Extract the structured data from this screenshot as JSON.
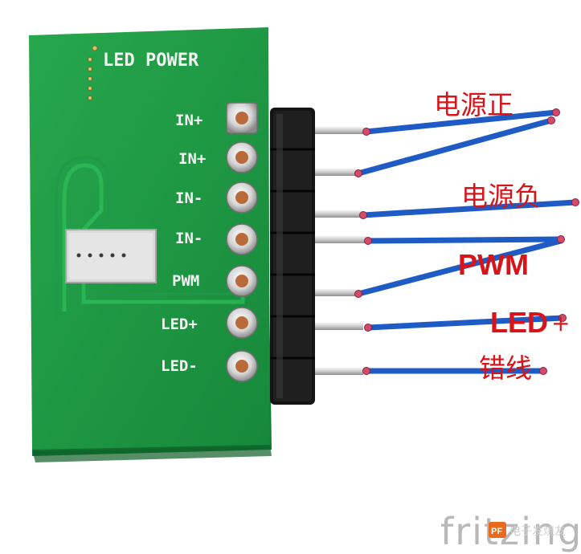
{
  "board": {
    "title": "LED POWER",
    "pin_labels": [
      "IN+",
      "IN+",
      "IN-",
      "IN-",
      "PWM",
      "LED+",
      "LED-"
    ]
  },
  "annotations": {
    "power_positive": "电源正",
    "power_negative": "电源负",
    "pwm": "PWM",
    "led_positive": "LED",
    "led_positive_sign": "+",
    "wrong_wire": "错线"
  },
  "watermark": {
    "text": "fritzing",
    "badge": "PF",
    "small_text": "电子发烧友"
  },
  "colors": {
    "pcb_green": "#1e9d45",
    "annotation_red": "#d8141a",
    "wire_blue": "#1f5bc4",
    "header_black": "#141414"
  }
}
